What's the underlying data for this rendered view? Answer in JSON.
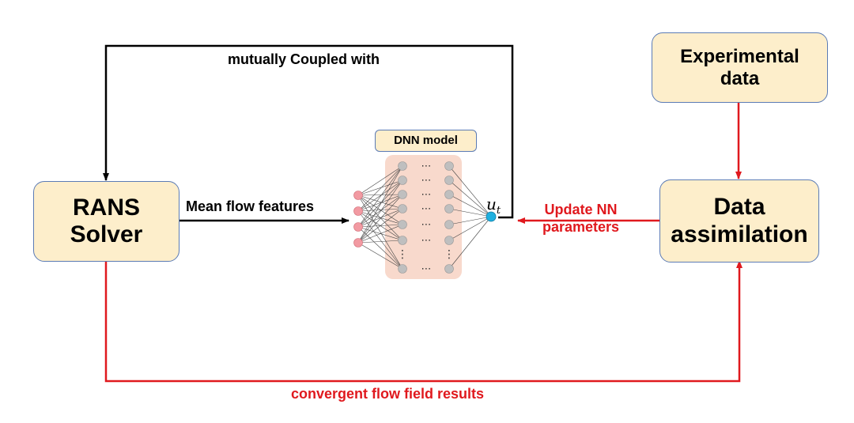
{
  "nodes": {
    "rans_solver": {
      "line1": "RANS",
      "line2": "Solver"
    },
    "experimental_data": {
      "line1": "Experimental",
      "line2": "data"
    },
    "data_assimilation": {
      "line1": "Data",
      "line2": "assimilation"
    },
    "dnn_model": {
      "label": "DNN model",
      "output_symbol": "u",
      "output_subscript": "t",
      "ellipsis": "⋯"
    }
  },
  "edges": {
    "coupled": {
      "label": "mutually Coupled with"
    },
    "mean_flow": {
      "label": "Mean flow features"
    },
    "update_nn": {
      "line1": "Update NN",
      "line2": "parameters"
    },
    "convergent": {
      "label": "convergent flow field results"
    }
  },
  "colors": {
    "box_fill": "#fdeecb",
    "box_border": "#5b7bb5",
    "red": "#e0191e",
    "black": "#000000",
    "dnn_panel": "#f8d9cc",
    "input_node": "#f29aa2",
    "hidden_node": "#bfbfbf",
    "output_node": "#1fb0e0"
  }
}
